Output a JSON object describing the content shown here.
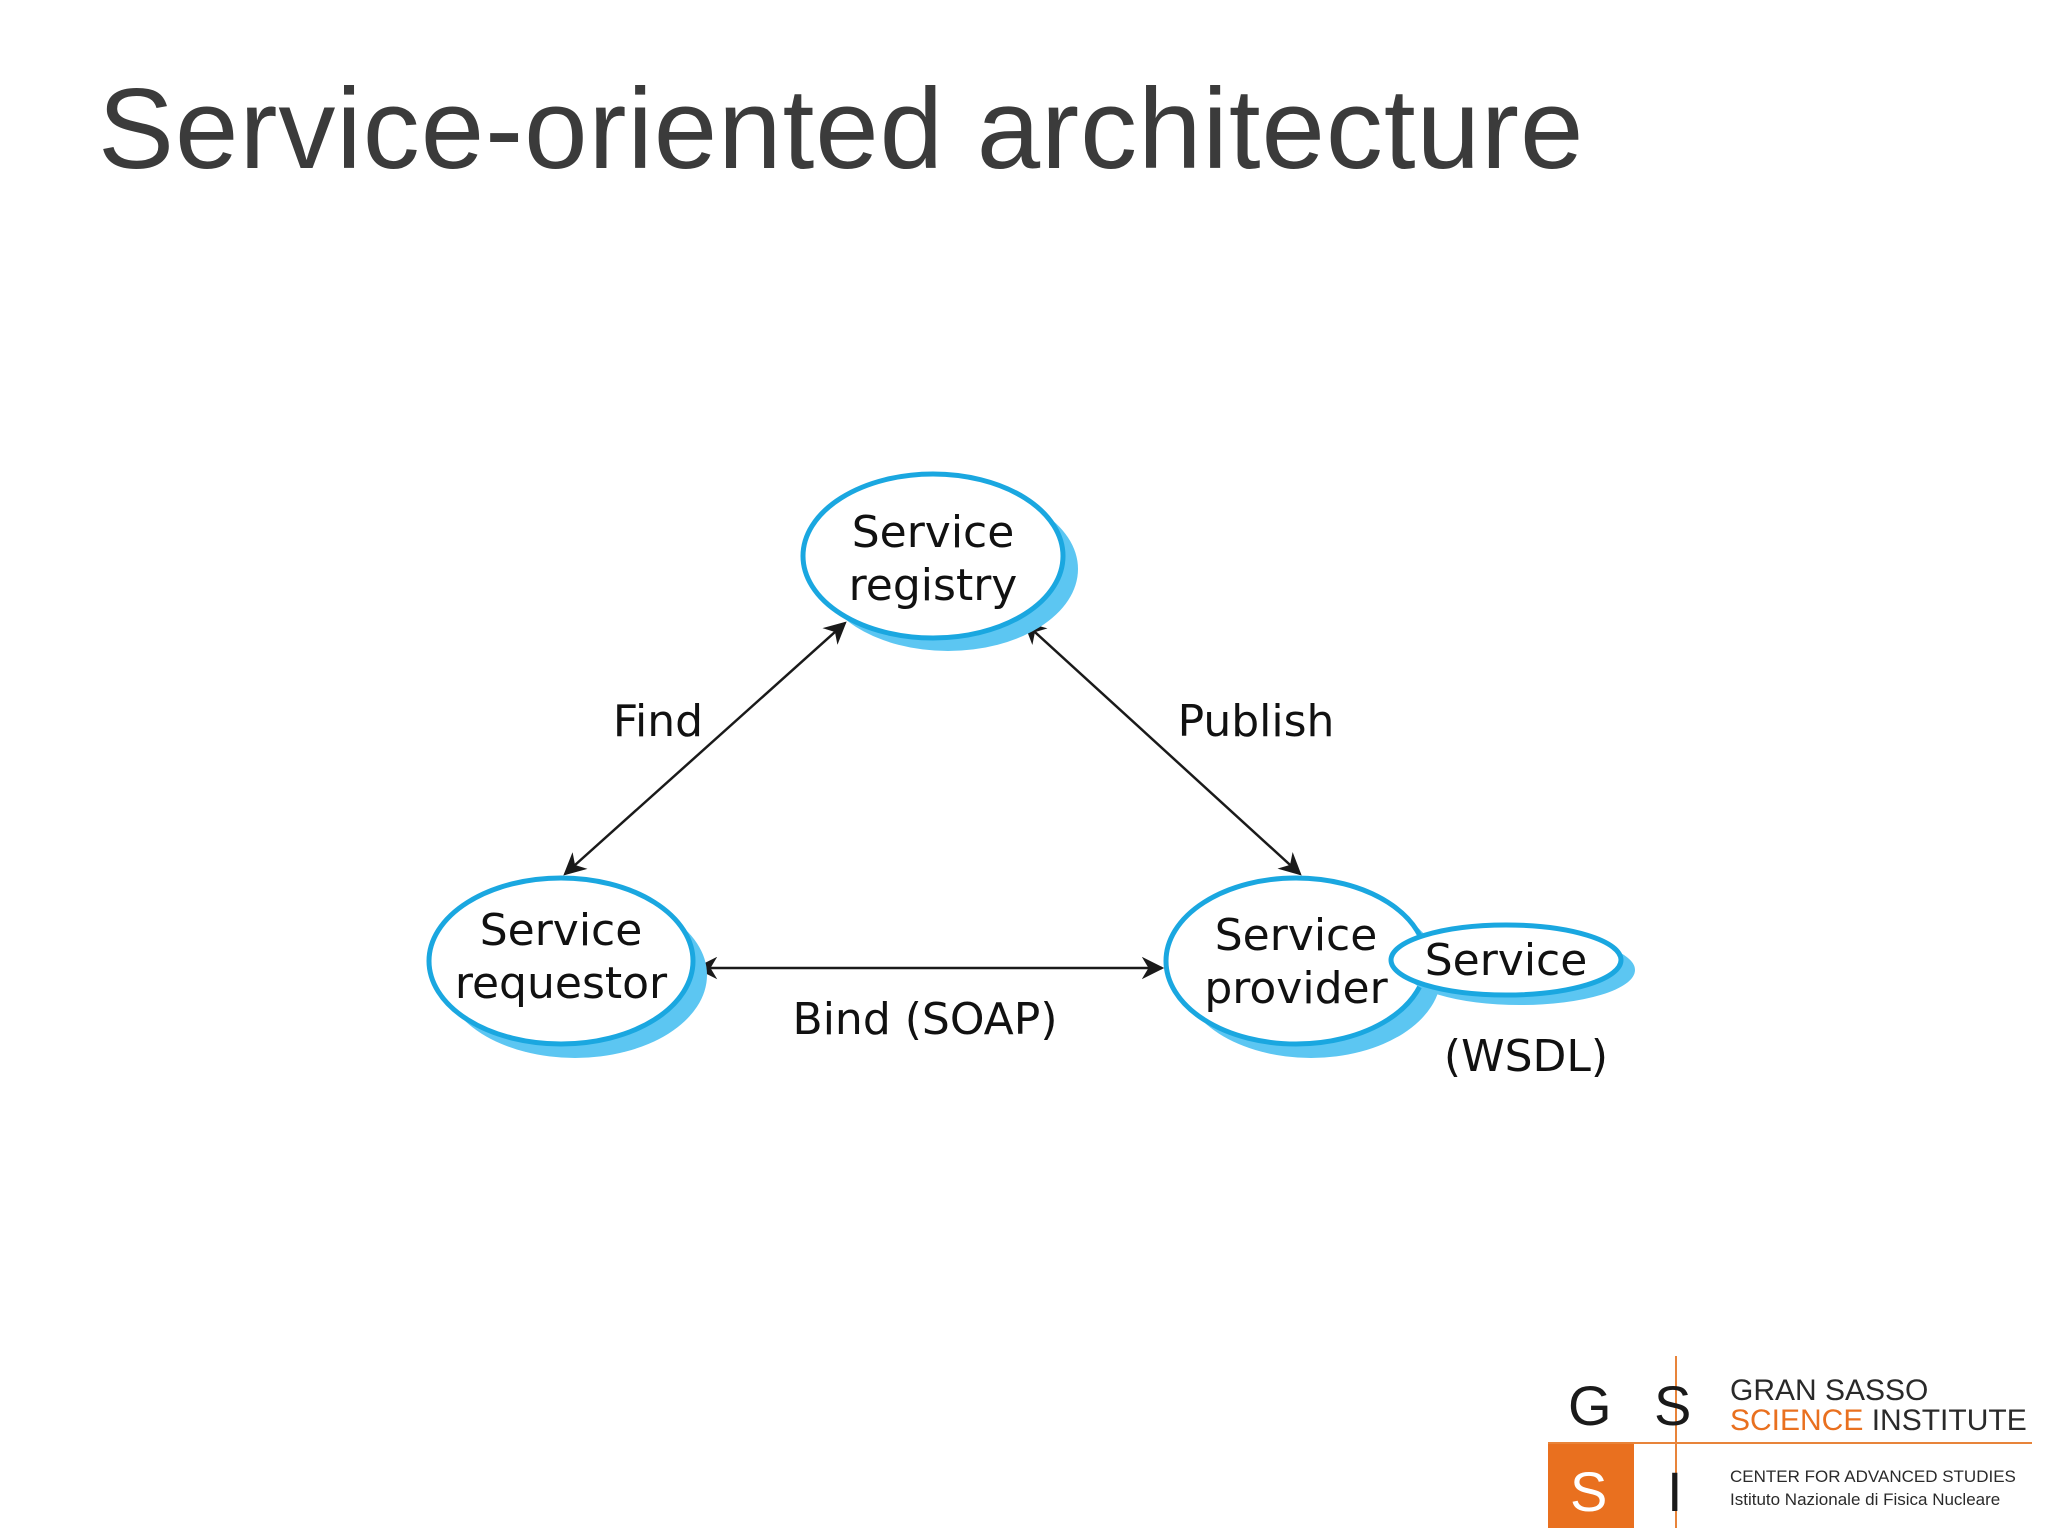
{
  "slide": {
    "title": "Service-oriented architecture"
  },
  "diagram": {
    "nodes": {
      "registry": {
        "line1": "Service",
        "line2": "registry"
      },
      "requestor": {
        "line1": "Service",
        "line2": "requestor"
      },
      "provider": {
        "line1": "Service",
        "line2": "provider"
      },
      "service": {
        "label": "Service"
      }
    },
    "edges": {
      "find": "Find",
      "publish": "Publish",
      "bind": "Bind (SOAP)"
    },
    "annotation": "(WSDL)",
    "colors": {
      "node_border": "#1aa7e0",
      "node_shadow": "#5cc6f2",
      "arrow": "#1a1a1a"
    }
  },
  "logo": {
    "letters": [
      "G",
      "S",
      "S",
      "I"
    ],
    "name_line1": "GRAN SASSO",
    "name_line2_orange": "SCIENCE",
    "name_line2_dark": "INSTITUTE",
    "subtitle1": "CENTER FOR ADVANCED STUDIES",
    "subtitle2": "Istituto Nazionale di Fisica Nucleare",
    "colors": {
      "orange": "#e9701f"
    }
  }
}
